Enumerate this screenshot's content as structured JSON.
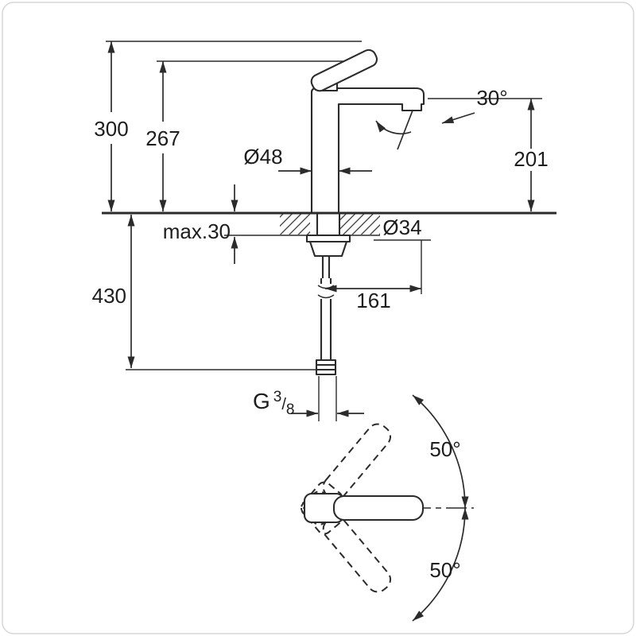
{
  "page": {
    "background": "#ffffff",
    "border_color": "#d6d6d6",
    "line_color": "#2b2b2b"
  },
  "drawing": {
    "labels": {
      "overall_height": "300",
      "body_height": "267",
      "spout_outlet_height": "201",
      "spray_angle": "30°",
      "body_diameter": "Ø48",
      "max_mounting_thickness": "max.30",
      "mounting_hole_diameter": "Ø34",
      "below_deck_length": "430",
      "spout_reach": "161",
      "handle_swivel_up": "50°",
      "handle_swivel_down": "50°",
      "thread": {
        "prefix": "G",
        "numerator": "3",
        "slash": "/",
        "denominator": "8"
      }
    }
  }
}
